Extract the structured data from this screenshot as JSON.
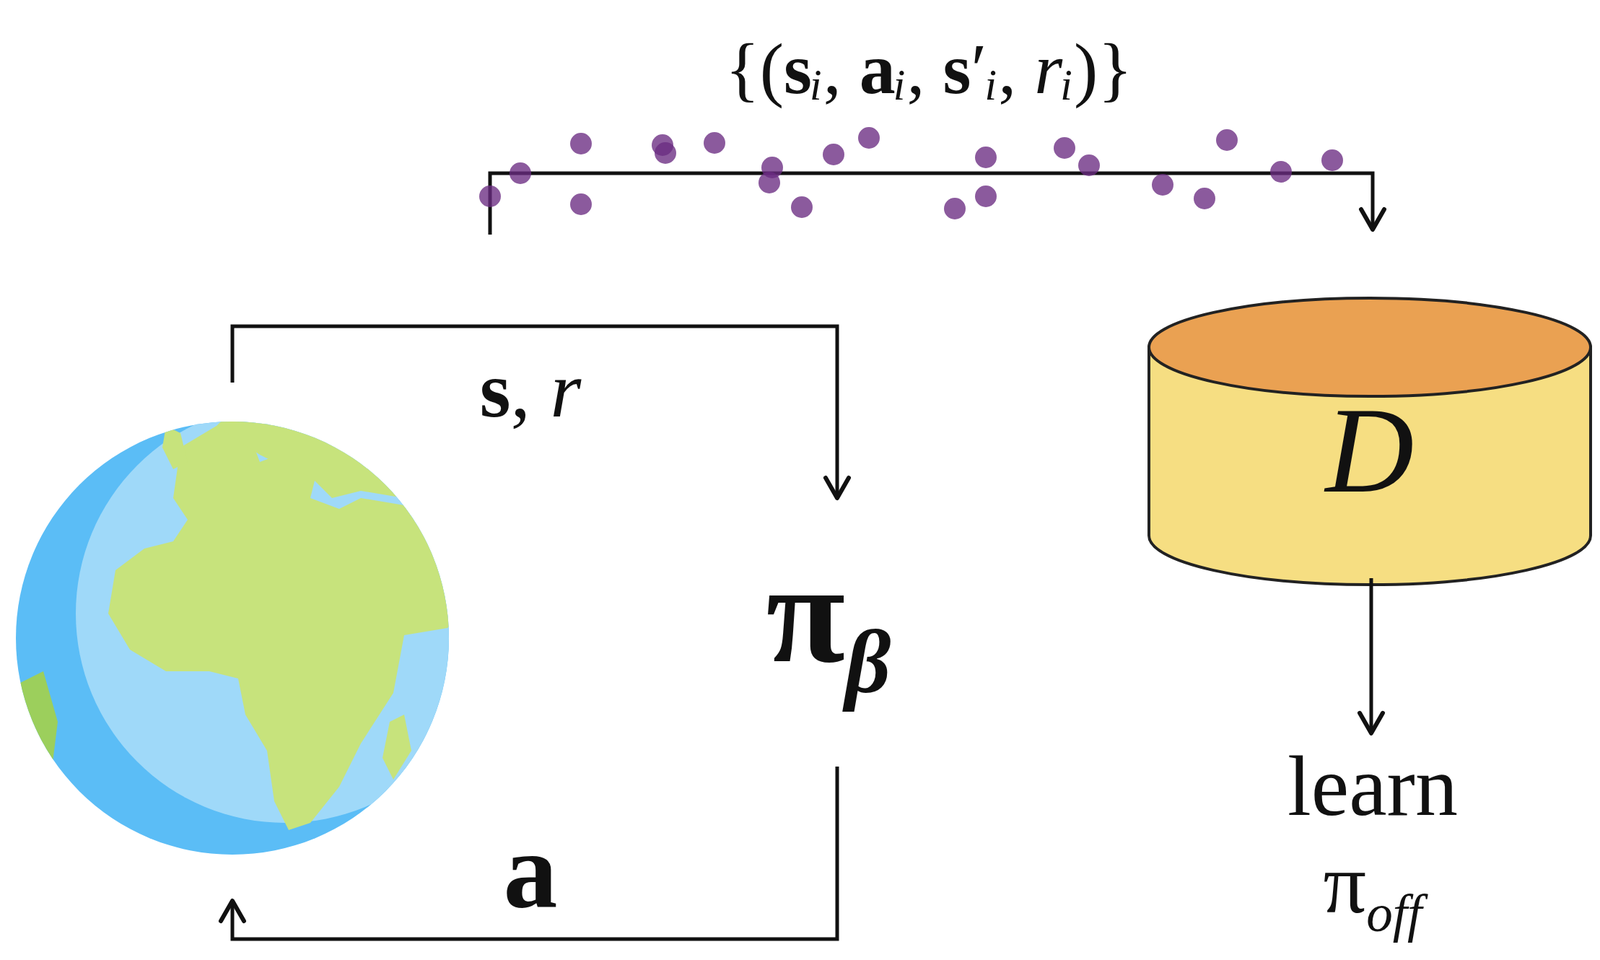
{
  "diagram": {
    "nodes": [
      {
        "text": [
          "πβ"
        ]
      },
      {
        "text": [
          "D"
        ]
      },
      {
        "text": [
          "learn πoff"
        ]
      }
    ],
    "edges": [
      {
        "from": 1,
        "to": 2,
        "arrow": "to"
      }
    ],
    "labels": [
      "s, r",
      "a",
      "{(sᵢ, aᵢ, s′ᵢ, rᵢ)}"
    ]
  }
}
